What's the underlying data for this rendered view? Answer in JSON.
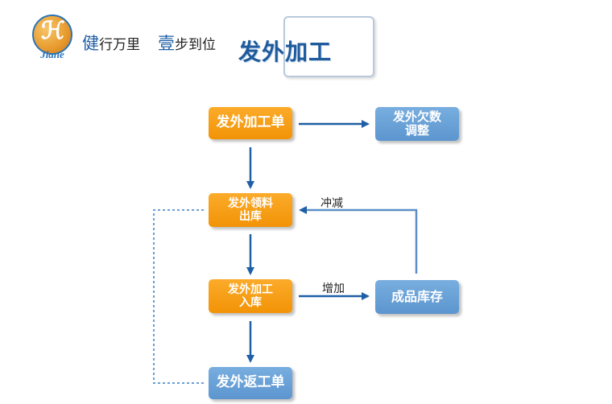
{
  "header": {
    "logo_text": "Jiane",
    "slogan_1_big": "健",
    "slogan_1_rest": "行万里",
    "slogan_2_big": "壹",
    "slogan_2_rest": "步到位",
    "title": "发外加工"
  },
  "flow": {
    "nodes": {
      "order": "发外加工单",
      "adjust": "发外欠数\n调整",
      "issue": "发外领料\n出库",
      "receive": "发外加工\n入库",
      "stock": "成品库存",
      "return": "发外返工单"
    },
    "edges": {
      "offset": "冲减",
      "add": "增加"
    }
  },
  "colors": {
    "orange": "#f7a21a",
    "blue": "#6aa2d8",
    "arrow": "#1f5fa6",
    "line": "#5b8fc8",
    "dotted": "#6a9fd4"
  }
}
